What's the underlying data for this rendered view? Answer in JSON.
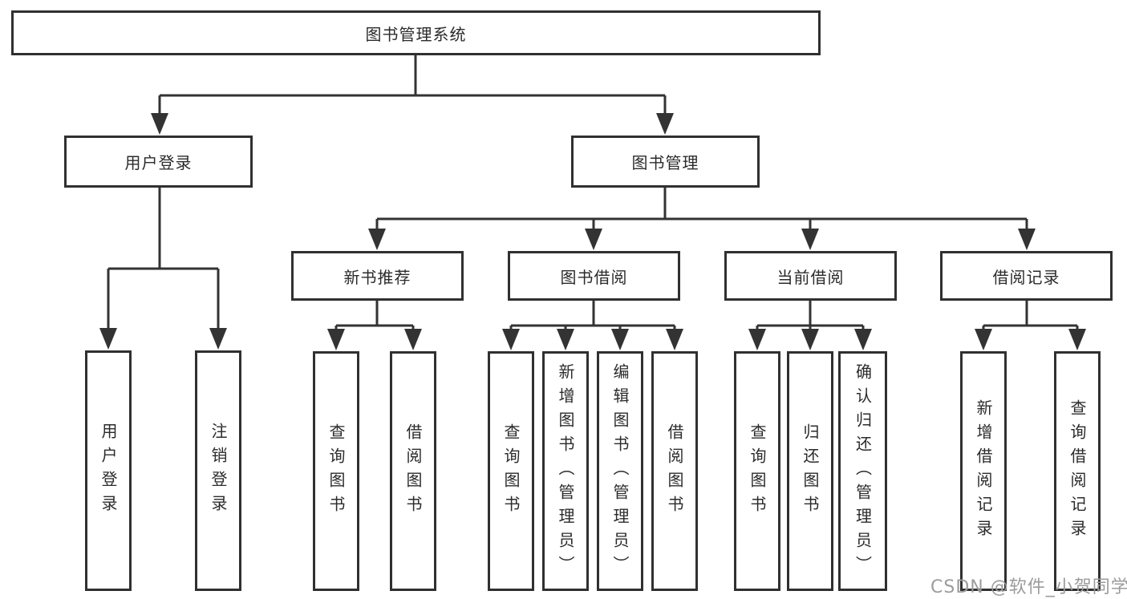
{
  "diagram": {
    "root": {
      "label": "图书管理系统"
    },
    "branches": [
      {
        "label": "用户登录",
        "children": [
          {
            "label": "用户登录"
          },
          {
            "label": "注销登录"
          }
        ]
      },
      {
        "label": "图书管理",
        "children": [
          {
            "label": "新书推荐",
            "children": [
              {
                "label": "查询图书"
              },
              {
                "label": "借阅图书"
              }
            ]
          },
          {
            "label": "图书借阅",
            "children": [
              {
                "label": "查询图书"
              },
              {
                "label": "新增图书（管理员）"
              },
              {
                "label": "编辑图书（管理员）"
              },
              {
                "label": "借阅图书"
              }
            ]
          },
          {
            "label": "当前借阅",
            "children": [
              {
                "label": "查询图书"
              },
              {
                "label": "归还图书"
              },
              {
                "label": "确认归还（管理员）"
              }
            ]
          },
          {
            "label": "借阅记录",
            "children": [
              {
                "label": "新增借阅记录"
              },
              {
                "label": "查询借阅记录"
              }
            ]
          }
        ]
      }
    ]
  },
  "watermark": {
    "text": "CSDN @软件_小贺同学"
  },
  "colors": {
    "line": "#333333",
    "border": "#303030",
    "text": "#2b2b2b",
    "watermark": "#9c9c9c",
    "background": "#ffffff"
  }
}
